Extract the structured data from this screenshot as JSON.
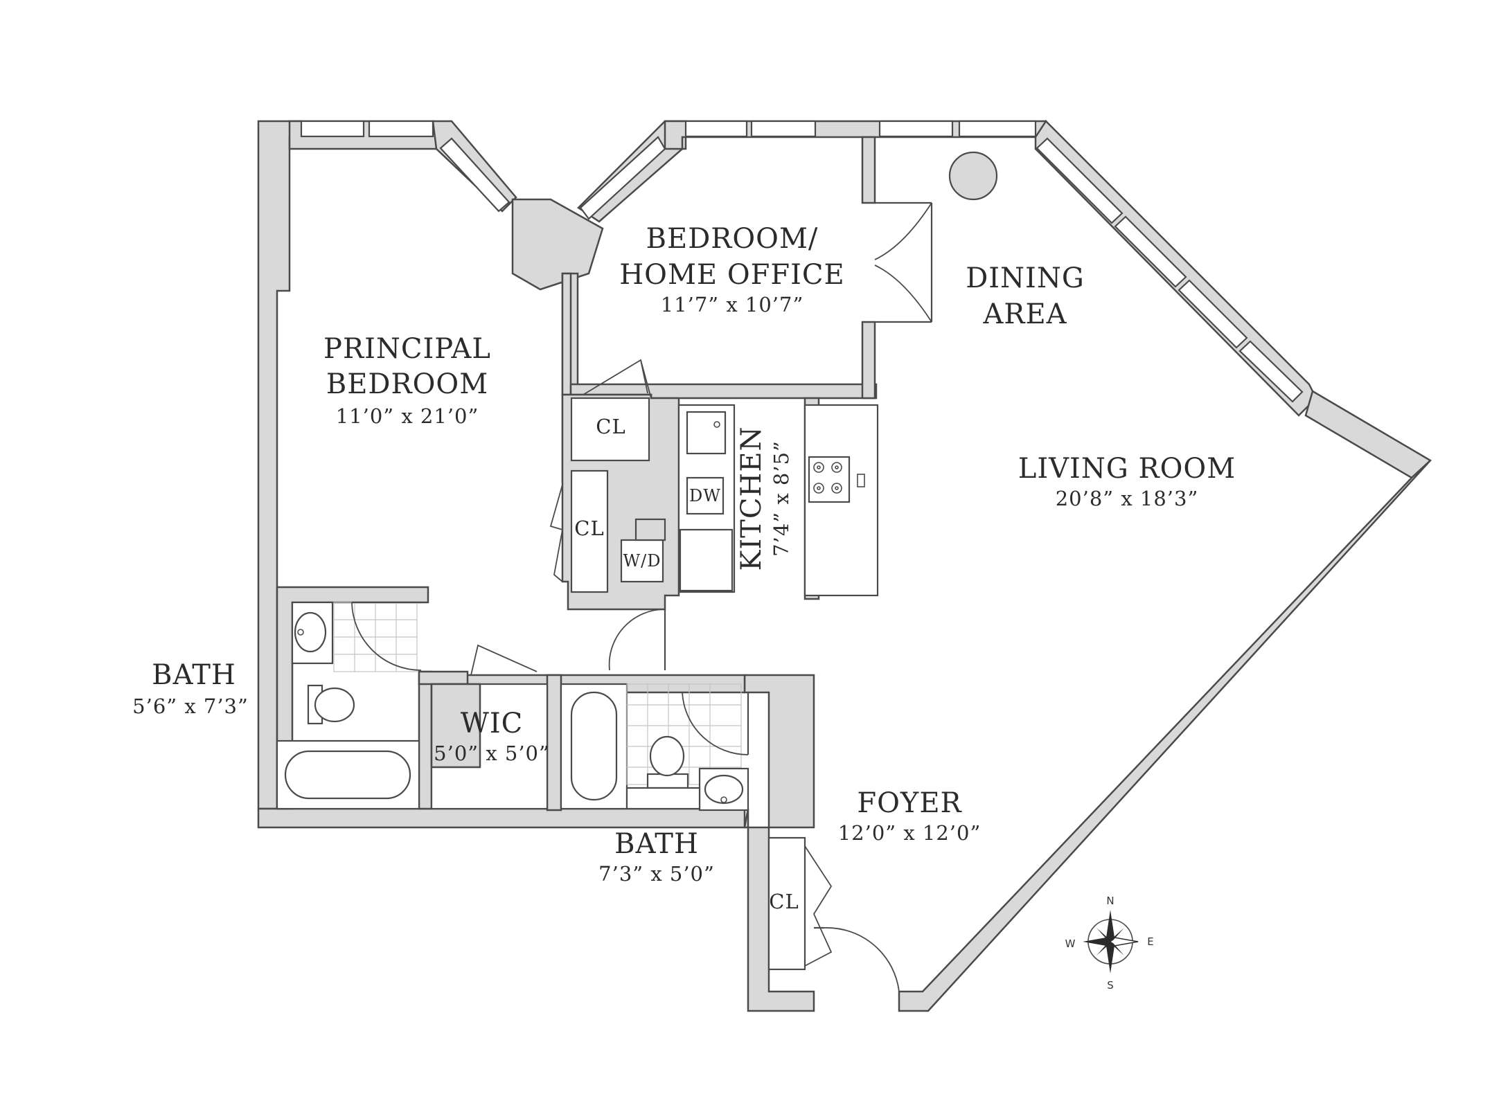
{
  "rooms": {
    "principal_bedroom": {
      "line1": "PRINCIPAL",
      "line2": "BEDROOM",
      "dims": "11’0” x 21’0”"
    },
    "bedroom_office": {
      "line1": "BEDROOM/",
      "line2": "HOME OFFICE",
      "dims": "11’7” x 10’7”"
    },
    "dining_area": {
      "line1": "DINING",
      "line2": "AREA"
    },
    "living_room": {
      "name": "LIVING ROOM",
      "dims": "20’8” x 18’3”"
    },
    "kitchen": {
      "name": "KITCHEN",
      "dims": "7’4” x 8’5”"
    },
    "bath_left": {
      "name": "BATH",
      "dims": "5’6” x 7’3”"
    },
    "wic": {
      "name": "WIC",
      "dims": "5’0” x 5’0”"
    },
    "bath_center": {
      "name": "BATH",
      "dims": "7’3” x 5’0”"
    },
    "foyer": {
      "name": "FOYER",
      "dims": "12’0” x 12’0”"
    }
  },
  "closets": {
    "upper": "CL",
    "middle": "CL",
    "foyer": "CL"
  },
  "appliances": {
    "dishwasher": "DW",
    "washer_dryer": "W/D"
  },
  "compass": {
    "north": "N",
    "south": "S",
    "east": "E",
    "west": "W"
  }
}
